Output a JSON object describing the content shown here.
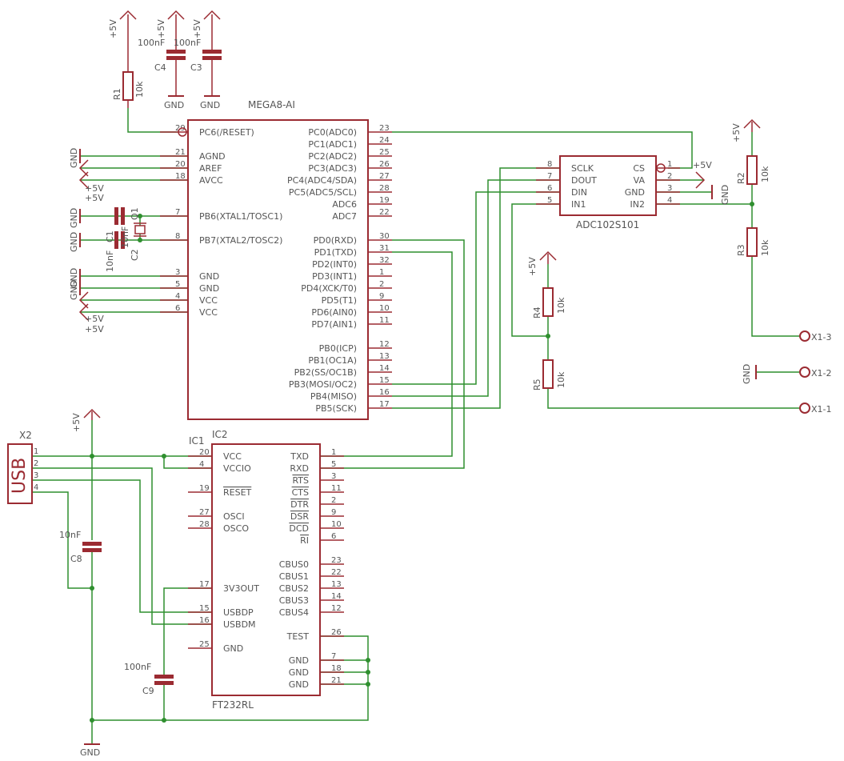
{
  "colors": {
    "symbol": "#9b2b32",
    "wire": "#2f8f2f",
    "text": "#555555",
    "background": "#ffffff"
  },
  "power": {
    "vcc": "+5V",
    "gnd": "GND"
  },
  "mega8": {
    "name": "MEGA8-AI",
    "left_pins": [
      {
        "num": "29",
        "name": "PC6(/RESET)"
      },
      {
        "num": "21",
        "name": "AGND"
      },
      {
        "num": "20",
        "name": "AREF"
      },
      {
        "num": "18",
        "name": "AVCC"
      },
      {
        "num": "7",
        "name": "PB6(XTAL1/TOSC1)"
      },
      {
        "num": "8",
        "name": "PB7(XTAL2/TOSC2)"
      },
      {
        "num": "3",
        "name": "GND"
      },
      {
        "num": "5",
        "name": "GND"
      },
      {
        "num": "4",
        "name": "VCC"
      },
      {
        "num": "6",
        "name": "VCC"
      }
    ],
    "right_pins": [
      {
        "num": "23",
        "name": "PC0(ADC0)"
      },
      {
        "num": "24",
        "name": "PC1(ADC1)"
      },
      {
        "num": "25",
        "name": "PC2(ADC2)"
      },
      {
        "num": "26",
        "name": "PC3(ADC3)"
      },
      {
        "num": "27",
        "name": "PC4(ADC4/SDA)"
      },
      {
        "num": "28",
        "name": "PC5(ADC5/SCL)"
      },
      {
        "num": "19",
        "name": "ADC6"
      },
      {
        "num": "22",
        "name": "ADC7"
      },
      {
        "num": "30",
        "name": "PD0(RXD)"
      },
      {
        "num": "31",
        "name": "PD1(TXD)"
      },
      {
        "num": "32",
        "name": "PD2(INT0)"
      },
      {
        "num": "1",
        "name": "PD3(INT1)"
      },
      {
        "num": "2",
        "name": "PD4(XCK/T0)"
      },
      {
        "num": "9",
        "name": "PD5(T1)"
      },
      {
        "num": "10",
        "name": "PD6(AIN0)"
      },
      {
        "num": "11",
        "name": "PD7(AIN1)"
      },
      {
        "num": "12",
        "name": "PB0(ICP)"
      },
      {
        "num": "13",
        "name": "PB1(OC1A)"
      },
      {
        "num": "14",
        "name": "PB2(SS/OC1B)"
      },
      {
        "num": "15",
        "name": "PB3(MOSI/OC2)"
      },
      {
        "num": "16",
        "name": "PB4(MISO)"
      },
      {
        "num": "17",
        "name": "PB5(SCK)"
      }
    ]
  },
  "adc": {
    "name": "ADC102S101",
    "left_pins": [
      {
        "num": "8",
        "name": "SCLK"
      },
      {
        "num": "7",
        "name": "DOUT"
      },
      {
        "num": "6",
        "name": "DIN"
      },
      {
        "num": "5",
        "name": "IN1"
      }
    ],
    "right_pins": [
      {
        "num": "1",
        "name": "CS"
      },
      {
        "num": "2",
        "name": "VA"
      },
      {
        "num": "3",
        "name": "GND"
      },
      {
        "num": "4",
        "name": "IN2"
      }
    ]
  },
  "ft232": {
    "ref1": "IC1",
    "ref2": "IC2",
    "name": "FT232RL",
    "left_pins": [
      {
        "num": "20",
        "name": "VCC"
      },
      {
        "num": "4",
        "name": "VCCIO"
      },
      {
        "num": "19",
        "name": "RESET"
      },
      {
        "num": "27",
        "name": "OSCI"
      },
      {
        "num": "28",
        "name": "OSCO"
      },
      {
        "num": "17",
        "name": "3V3OUT"
      },
      {
        "num": "15",
        "name": "USBDP"
      },
      {
        "num": "16",
        "name": "USBDM"
      },
      {
        "num": "25",
        "name": "GND"
      }
    ],
    "right_pins": [
      {
        "num": "1",
        "name": "TXD"
      },
      {
        "num": "5",
        "name": "RXD"
      },
      {
        "num": "3",
        "name": "RTS"
      },
      {
        "num": "11",
        "name": "CTS"
      },
      {
        "num": "2",
        "name": "DTR"
      },
      {
        "num": "9",
        "name": "DSR"
      },
      {
        "num": "10",
        "name": "DCD"
      },
      {
        "num": "6",
        "name": "RI"
      },
      {
        "num": "23",
        "name": "CBUS0"
      },
      {
        "num": "22",
        "name": "CBUS1"
      },
      {
        "num": "13",
        "name": "CBUS2"
      },
      {
        "num": "14",
        "name": "CBUS3"
      },
      {
        "num": "12",
        "name": "CBUS4"
      },
      {
        "num": "26",
        "name": "TEST"
      },
      {
        "num": "7",
        "name": "GND"
      },
      {
        "num": "18",
        "name": "GND"
      },
      {
        "num": "21",
        "name": "GND"
      }
    ]
  },
  "parts": {
    "r1": {
      "ref": "R1",
      "value": "10k"
    },
    "r2": {
      "ref": "R2",
      "value": "10k"
    },
    "r3": {
      "ref": "R3",
      "value": "10k"
    },
    "r4": {
      "ref": "R4",
      "value": "10k"
    },
    "r5": {
      "ref": "R5",
      "value": "10k"
    },
    "c1": {
      "ref": "C1",
      "value": "10nF"
    },
    "c2": {
      "ref": "C2",
      "value": "10nF"
    },
    "c3": {
      "ref": "C3",
      "value": "100nF"
    },
    "c4": {
      "ref": "C4",
      "value": "100nF"
    },
    "c8": {
      "ref": "C8",
      "value": "10nF"
    },
    "c9": {
      "ref": "C9",
      "value": "100nF"
    },
    "q1": {
      "ref": "Q1"
    }
  },
  "usb": {
    "ref": "X2",
    "label": "USB",
    "pins": [
      "1",
      "2",
      "3",
      "4"
    ]
  },
  "connectors": {
    "x1_3": "X1-3",
    "x1_2": "X1-2",
    "x1_1": "X1-1"
  }
}
